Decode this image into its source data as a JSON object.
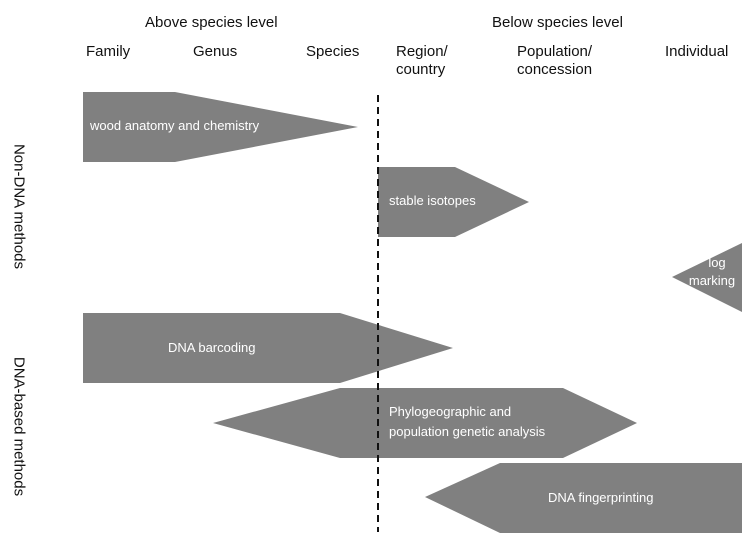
{
  "headers": {
    "above": "Above species level",
    "below": "Below species level"
  },
  "columns": {
    "family": "Family",
    "genus": "Genus",
    "species": "Species",
    "region_line1": "Region/",
    "region_line2": "country",
    "population_line1": "Population/",
    "population_line2": "concession",
    "individual": "Individual"
  },
  "row_labels": {
    "non_dna": "Non-DNA methods",
    "dna": "DNA-based methods"
  },
  "methods": {
    "wood_anatomy": "wood anatomy and chemistry",
    "stable_isotopes": "stable isotopes",
    "log_marking_line1": "log",
    "log_marking_line2": "marking",
    "dna_barcoding": "DNA barcoding",
    "phylogeographic_line1": "Phylogeographic and",
    "phylogeographic_line2": "population genetic analysis",
    "dna_fingerprinting": "DNA fingerprinting"
  },
  "colors": {
    "arrow_fill": "#808080",
    "divider": "#111111"
  }
}
